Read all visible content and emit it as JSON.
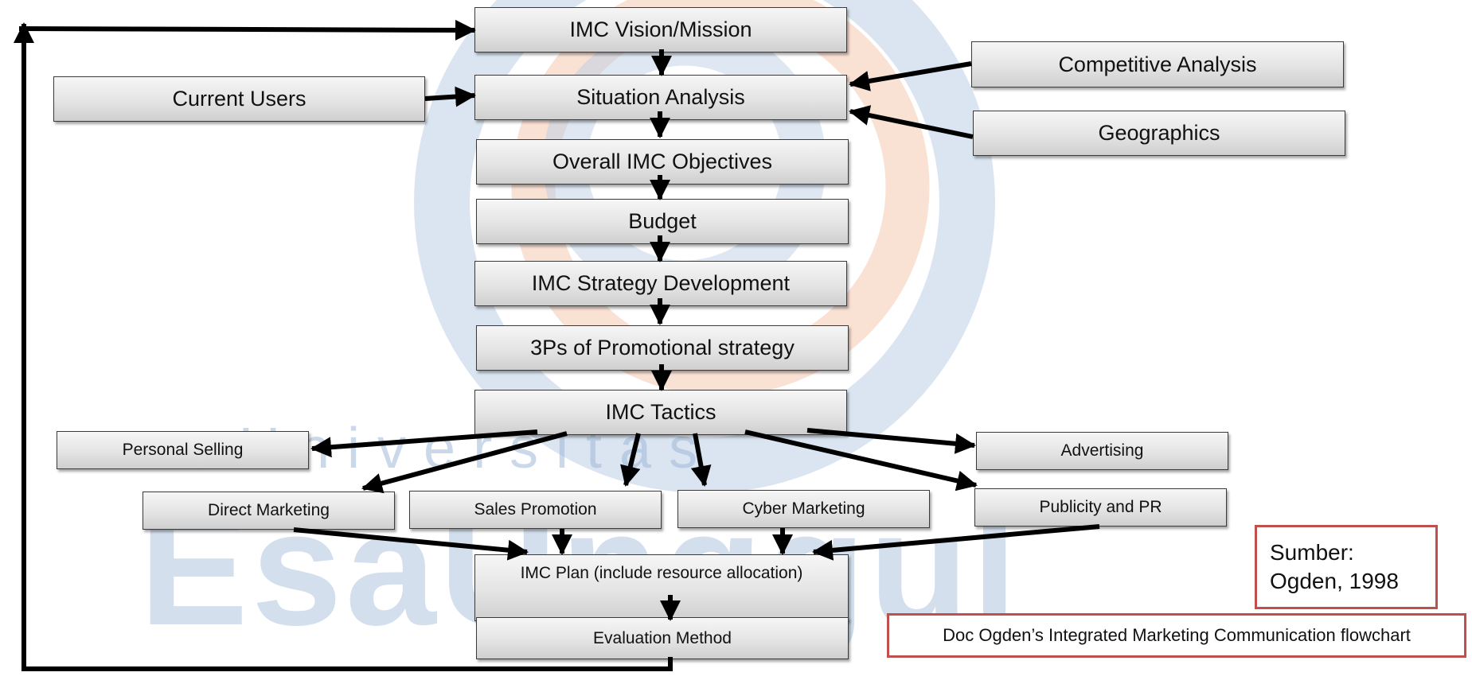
{
  "watermark": {
    "subtitle": "Universitas",
    "title": "EsaUnggul"
  },
  "nodes": {
    "vision": "IMC Vision/Mission",
    "situation": "Situation Analysis",
    "competitive": "Competitive Analysis",
    "geographics": "Geographics",
    "current_users": "Current Users",
    "objectives": "Overall IMC Objectives",
    "budget": "Budget",
    "strategy": "IMC Strategy Development",
    "three_ps": "3Ps of Promotional strategy",
    "tactics": "IMC Tactics",
    "personal_selling": "Personal Selling",
    "advertising": "Advertising",
    "direct_marketing": "Direct Marketing",
    "sales_promotion": "Sales Promotion",
    "cyber_marketing": "Cyber Marketing",
    "publicity": "Publicity and PR",
    "plan": "IMC Plan (include resource allocation)",
    "evaluation": "Evaluation Method"
  },
  "source_note": {
    "line1": "Sumber:",
    "line2": "Ogden, 1998"
  },
  "caption": "Doc Ogden’s Integrated Marketing Communication flowchart",
  "colors": {
    "arrow": "#000000",
    "note_border": "#c0504d",
    "watermark_blue": "#9fb9d8",
    "watermark_orange": "#f3c7ae"
  }
}
